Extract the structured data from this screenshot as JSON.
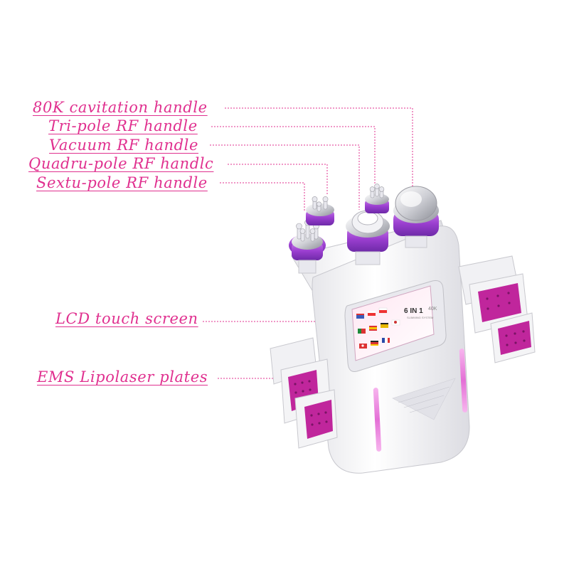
{
  "labels": {
    "cavitation": "80K cavitation handle",
    "tripole": "Tri-pole RF handle",
    "vacuum": "Vacuum RF handle",
    "quadrupole": "Quadru-pole RF handlc",
    "sextupole": "Sextu-pole RF handle",
    "lcd": "LCD touch screen",
    "ems": "EMS Lipolaser plates"
  },
  "screen": {
    "title_main": "6 IN 1",
    "title_sub": "40K",
    "subtitle": "SLIMMING SYSTEM"
  },
  "colors": {
    "label_text": "#e0308f",
    "accent_purple": "#9b3fd0",
    "accent_pink": "#e46fd6",
    "plate_magenta": "#c0269c",
    "device_white": "#f4f4f6"
  }
}
